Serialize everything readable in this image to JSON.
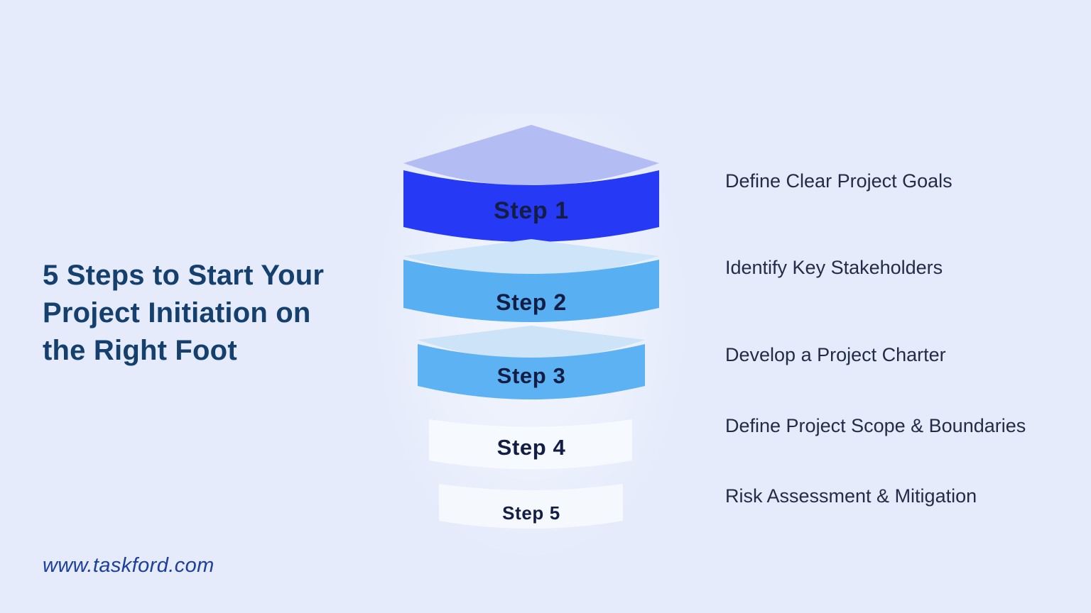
{
  "colors": {
    "background": "#e5ebfb",
    "title_text": "#15406d",
    "step_label_text": "#141e44",
    "description_text": "#232b47",
    "website_text": "#1c3f9c"
  },
  "title": {
    "full_text": "5 Steps to Start Your Project Initiation on the Right Foot",
    "lines": [
      "5 Steps to Start Your",
      "Project Initiation on",
      "the Right Foot"
    ]
  },
  "website": {
    "text": "www.taskford.com"
  },
  "funnel": {
    "steps": [
      {
        "label": "Step 1",
        "description": "Define Clear Project Goals",
        "front_color": "#2639f5",
        "top_color": "#b3bdf4"
      },
      {
        "label": "Step 2",
        "description": "Identify Key Stakeholders",
        "front_color": "#58b0f3",
        "top_color": "#cee5f9"
      },
      {
        "label": "Step 3",
        "description": "Develop a Project Charter",
        "front_color": "#5cb2f3",
        "top_color": "#cce3f8"
      },
      {
        "label": "Step 4",
        "description": "Define Project Scope & Boundaries",
        "front_color": "#f6f9fe"
      },
      {
        "label": "Step 5",
        "description": "Risk Assessment & Mitigation",
        "front_color": "#f5f8fd"
      }
    ]
  }
}
